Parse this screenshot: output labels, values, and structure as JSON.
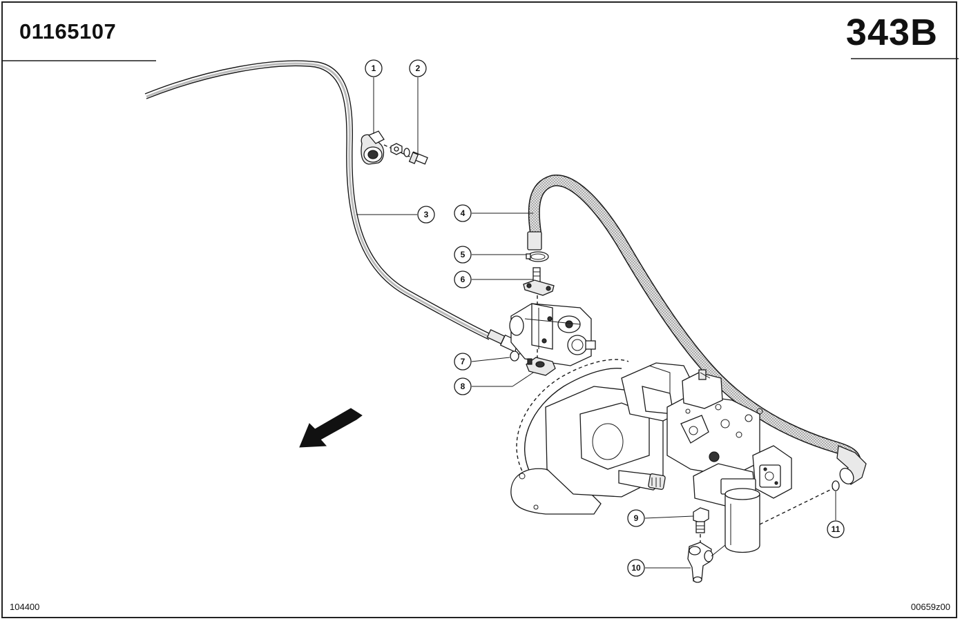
{
  "header": {
    "drawing_number": "01165107",
    "page_code": "343B"
  },
  "footer": {
    "ref_left": "104400",
    "ref_right": "00659z00"
  },
  "callouts": [
    {
      "id": "1",
      "label": "1"
    },
    {
      "id": "2",
      "label": "2"
    },
    {
      "id": "3",
      "label": "3"
    },
    {
      "id": "4",
      "label": "4"
    },
    {
      "id": "5",
      "label": "5"
    },
    {
      "id": "6",
      "label": "6"
    },
    {
      "id": "7",
      "label": "7"
    },
    {
      "id": "8",
      "label": "8"
    },
    {
      "id": "9",
      "label": "9"
    },
    {
      "id": "10",
      "label": "10"
    },
    {
      "id": "11",
      "label": "11"
    }
  ],
  "colors": {
    "line": "#1a1a1a",
    "background": "#ffffff",
    "hose_fill": "#cfcfcf"
  }
}
